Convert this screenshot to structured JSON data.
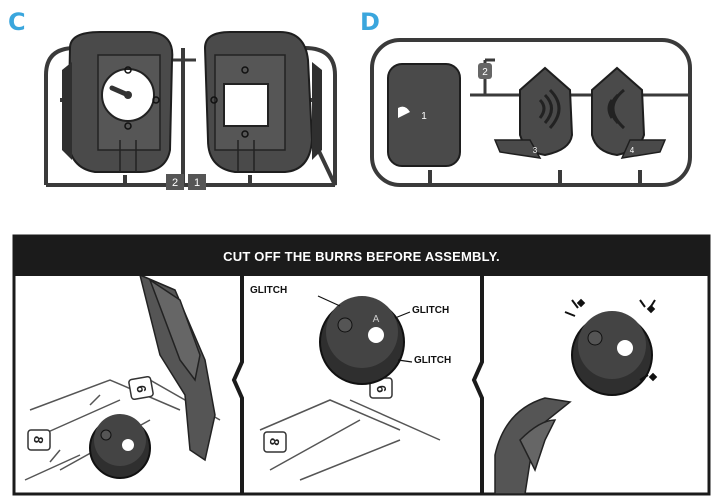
{
  "section_c": {
    "letter": "C",
    "tag_2": "2",
    "tag_1": "1"
  },
  "section_d": {
    "letter": "D",
    "part_1": "1",
    "part_2": "2",
    "part_3": "3",
    "part_4": "4"
  },
  "instruction": {
    "banner": "CUT OFF THE BURRS BEFORE ASSEMBLY.",
    "callouts": [
      "GLITCH",
      "GLITCH",
      "GLITCH"
    ],
    "sprue_labels": [
      "6",
      "8",
      "6",
      "8"
    ],
    "gear_mark": "A"
  }
}
